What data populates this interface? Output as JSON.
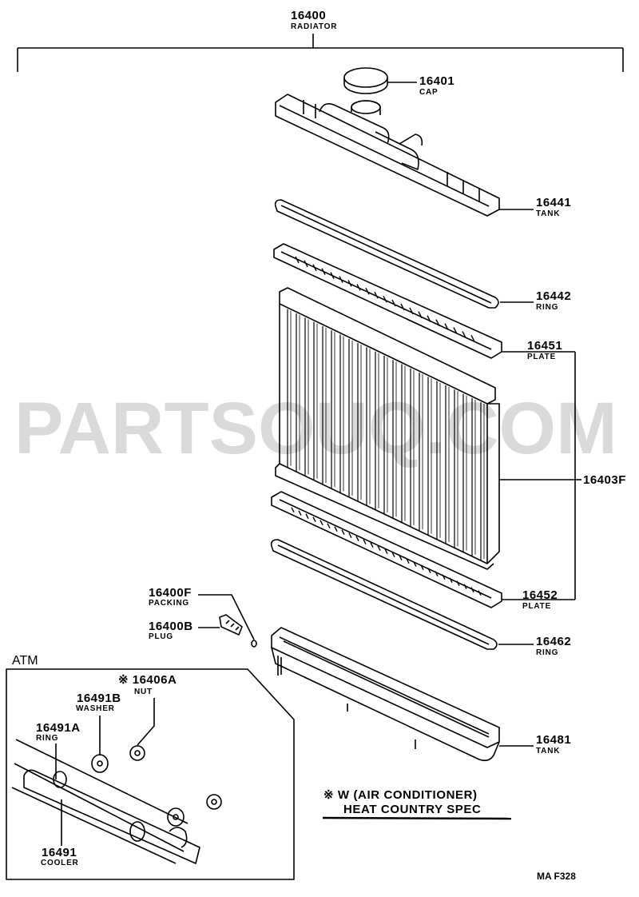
{
  "watermark": "PARTSOUQ.COM",
  "parts": {
    "radiator": {
      "number": "16400",
      "name": "RADIATOR"
    },
    "cap": {
      "number": "16401",
      "name": "CAP"
    },
    "upper_tank": {
      "number": "16441",
      "name": "TANK"
    },
    "upper_ring": {
      "number": "16442",
      "name": "RING"
    },
    "upper_plate": {
      "number": "16451",
      "name": "PLATE"
    },
    "core": {
      "number": "16403F"
    },
    "lower_plate": {
      "number": "16452",
      "name": "PLATE"
    },
    "lower_ring": {
      "number": "16462",
      "name": "RING"
    },
    "lower_tank": {
      "number": "16481",
      "name": "TANK"
    },
    "packing": {
      "number": "16400F",
      "name": "PACKING"
    },
    "plug": {
      "number": "16400B",
      "name": "PLUG"
    }
  },
  "atm": {
    "title": "ATM",
    "nut": {
      "mark": "※",
      "number": "16406A",
      "name": "NUT"
    },
    "washer": {
      "number": "16491B",
      "name": "WASHER"
    },
    "ring": {
      "number": "16491A",
      "name": "RING"
    },
    "cooler": {
      "number": "16491",
      "name": "COOLER"
    }
  },
  "note": {
    "line1": "※ W (AIR  CONDITIONER)",
    "line2": "HEAT  COUNTRY  SPEC"
  },
  "diagram_code": "MA  F328"
}
